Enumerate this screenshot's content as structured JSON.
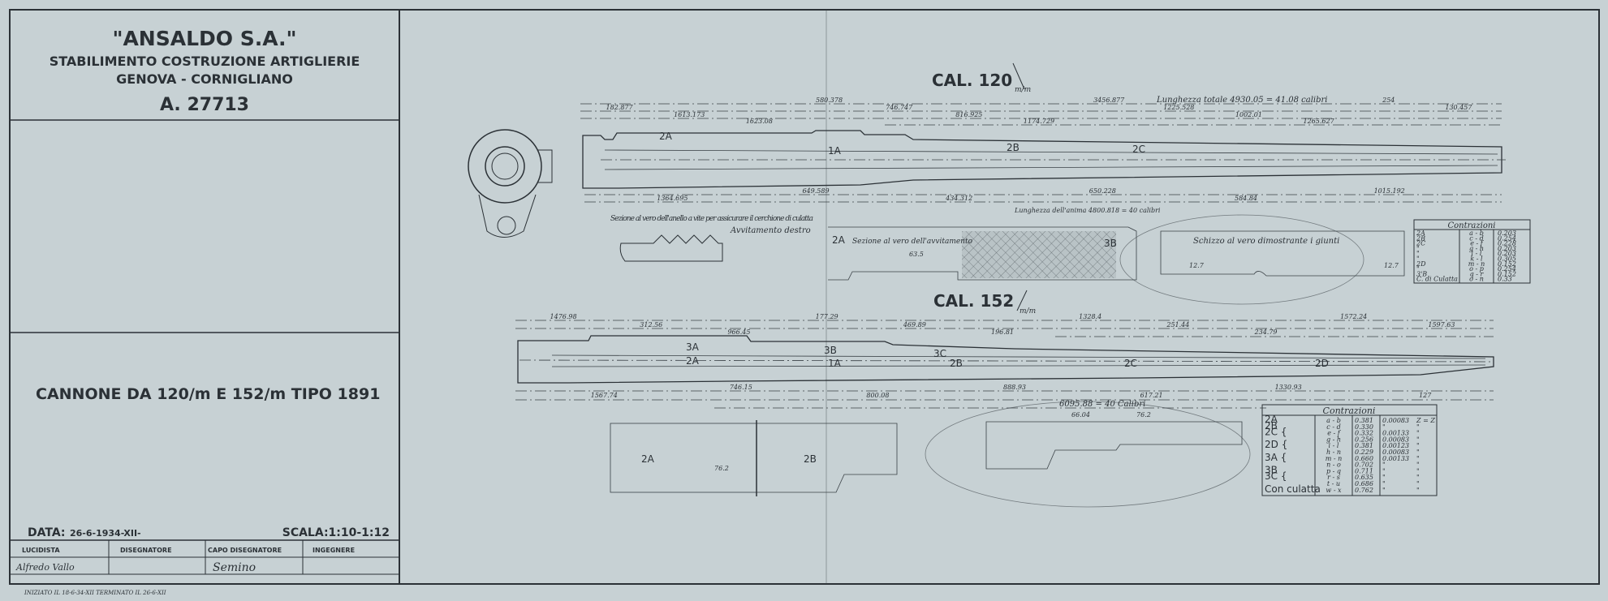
{
  "title_block": {
    "company": "\"ANSALDO S.A.\"",
    "plant": "STABILIMENTO COSTRUZIONE ARTIGLIERIE",
    "location": "GENOVA - CORNIGLIANO",
    "drawing_number": "A. 27713",
    "subject": "CANNONE DA 120/m E 152/m TIPO 1891",
    "date_label": "DATA:",
    "date_value": "26-6-1934-XII-",
    "scale_label": "SCALA:1:10-1:12",
    "roles": [
      "LUCIDISTA",
      "DISEGNATORE",
      "CAPO DISEGNATORE",
      "INGEGNERE"
    ],
    "signatures": [
      "Alfredo Vallo",
      "",
      "Semino",
      ""
    ],
    "footer_note": "INIZIATO IL 18-6-34-XII   TERMINATO IL 26-6-XII"
  },
  "cal120": {
    "title": "CAL. 120",
    "unit": "m/m",
    "total_length": "Lunghezza totale 4930.05 = 41.08 calibri",
    "bore_length": "Lunghezza dell'anima 4800.818 = 40 calibri",
    "parts": [
      "2A",
      "1A",
      "2B",
      "2C"
    ],
    "dims_top": [
      "182.877",
      "1613.173",
      "1623.08",
      "580.378",
      "746.747",
      "816.925",
      "1174.729",
      "3456.877",
      "1225.528",
      "1002.01",
      "1265.627",
      "254",
      "130.457"
    ],
    "dims_bottom": [
      "1364.695",
      "649.589",
      "434.312",
      "650.228",
      "584.84",
      "1015.192"
    ],
    "section_ring": "Sezione al vero dell'anello a vite per assicurare il cerchione di culatta",
    "thread_right": "Avvitamento destro",
    "section_screw": "Sezione al vero dell'avvitamento",
    "section_screw_parts": [
      "2A",
      "3B"
    ],
    "section_screw_dim": "63.5",
    "sketch_joints": "Schizzo al vero dimostrante i giunti",
    "sketch_dims": [
      "12.7",
      "12.7"
    ]
  },
  "contrazioni_120": {
    "title": "Contrazioni",
    "rows": [
      [
        "2A",
        "a - b",
        "0.203"
      ],
      [
        "2B",
        "c - d",
        "0.254"
      ],
      [
        "2C",
        "e - f",
        "0.228"
      ],
      [
        "\"",
        "g - h",
        "0.203"
      ],
      [
        "\"",
        "i - l",
        "0.203"
      ],
      [
        "\"",
        "k - l",
        "0.305"
      ],
      [
        "2D",
        "m - n",
        "0.152"
      ],
      [
        "\"",
        "o - p",
        "0.254"
      ],
      [
        "3'B",
        "q - r",
        "0.152"
      ],
      [
        "C. di Culatta",
        "o - n",
        "0.33"
      ]
    ]
  },
  "cal152": {
    "title": "CAL. 152",
    "unit": "m/m",
    "total_length": "6095.88 = 40 Calibri",
    "parts": [
      "3A",
      "2A",
      "3B",
      "1A",
      "3C",
      "2B",
      "2C",
      "2D"
    ],
    "dims_top": [
      "1476.98",
      "312.56",
      "966.45",
      "177.29",
      "469.89",
      "196.81",
      "1328.4",
      "251.44",
      "234.79",
      "1572.24",
      "1597.63"
    ],
    "dims_bottom": [
      "1567.74",
      "746.15",
      "800.08",
      "888.93",
      "617.21",
      "1330.93",
      "127"
    ],
    "detail_parts": [
      "2A",
      "2B"
    ],
    "detail_dims": [
      "76.2",
      "66.04",
      "76.2"
    ]
  },
  "contrazioni_152": {
    "title": "Contrazioni",
    "groups": [
      "2A",
      "2B",
      "2C {",
      "",
      "2D {",
      "",
      "3A {",
      "",
      "3B",
      "3C {",
      "",
      "Con culatta"
    ],
    "rows": [
      [
        "a - b",
        "0.381",
        "0.00083",
        "Z = Z"
      ],
      [
        "c - d",
        "0.330",
        "\"",
        "\""
      ],
      [
        "e - f",
        "0.332",
        "0.00133",
        "\""
      ],
      [
        "g - h",
        "0.256",
        "0.00083",
        "\""
      ],
      [
        "i - l",
        "0.381",
        "0.00123",
        "\""
      ],
      [
        "h - n",
        "0.229",
        "0.00083",
        "\""
      ],
      [
        "m - n",
        "0.660",
        "0.00133",
        "\""
      ],
      [
        "n - o",
        "0.702",
        "\"",
        "\""
      ],
      [
        "p - q",
        "0.711",
        "\"",
        "\""
      ],
      [
        "r - s",
        "0.635",
        "\"",
        "\""
      ],
      [
        "t - u",
        "0.686",
        "\"",
        "\""
      ],
      [
        "w - x",
        "0.762",
        "\"",
        "\""
      ]
    ]
  },
  "colors": {
    "paper": "#c7d1d4",
    "ink": "#2b3136"
  }
}
